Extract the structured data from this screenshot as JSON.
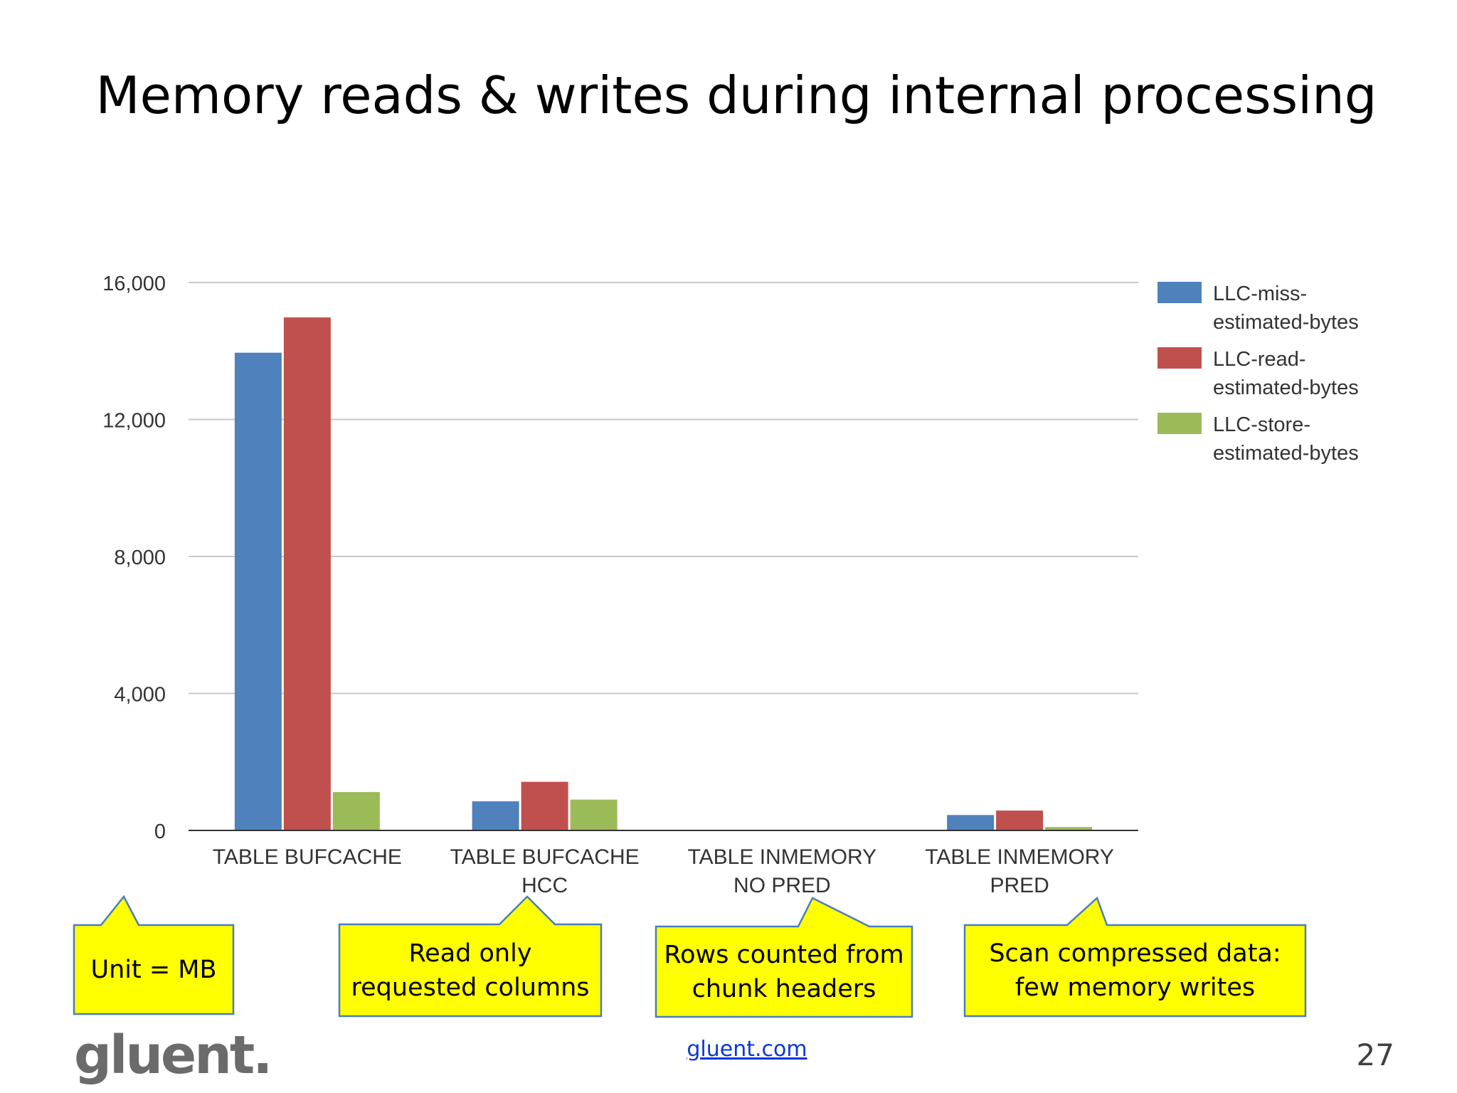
{
  "slide": {
    "title": "Memory reads & writes during internal processing",
    "logo_text": "gluent.",
    "footer_link": "gluent.com",
    "page_number": "27"
  },
  "chart_data": {
    "type": "bar",
    "categories": [
      [
        "TABLE BUFCACHE"
      ],
      [
        "TABLE BUFCACHE",
        "HCC"
      ],
      [
        "TABLE INMEMORY",
        "NO PRED"
      ],
      [
        "TABLE INMEMORY",
        "PRED"
      ]
    ],
    "series": [
      {
        "name": "LLC-miss-estimated-bytes",
        "legend_lines": [
          "LLC-miss-",
          "estimated-bytes"
        ],
        "color": "#4f81bd",
        "values": [
          13950,
          850,
          0,
          450
        ]
      },
      {
        "name": "LLC-read-estimated-bytes",
        "legend_lines": [
          "LLC-read-",
          "estimated-bytes"
        ],
        "color": "#c0504d",
        "values": [
          14980,
          1420,
          0,
          580
        ]
      },
      {
        "name": "LLC-store-estimated-bytes",
        "legend_lines": [
          "LLC-store-",
          "estimated-bytes"
        ],
        "color": "#9bbb59",
        "values": [
          1120,
          900,
          0,
          100
        ]
      }
    ],
    "yticks": [
      "0",
      "4,000",
      "8,000",
      "12,000",
      "16,000"
    ],
    "ylim": [
      0,
      16000
    ],
    "grid": true,
    "legend_position": "right"
  },
  "annotations": [
    {
      "text": "Unit = MB"
    },
    {
      "text": "Read only\nrequested columns"
    },
    {
      "text": "Rows counted from\nchunk headers"
    },
    {
      "text": "Scan compressed data:\nfew memory writes"
    }
  ],
  "colors": {
    "callout_fill": "#ffff00",
    "callout_border": "#4a7ebb",
    "gridline": "#c8c8c8"
  }
}
